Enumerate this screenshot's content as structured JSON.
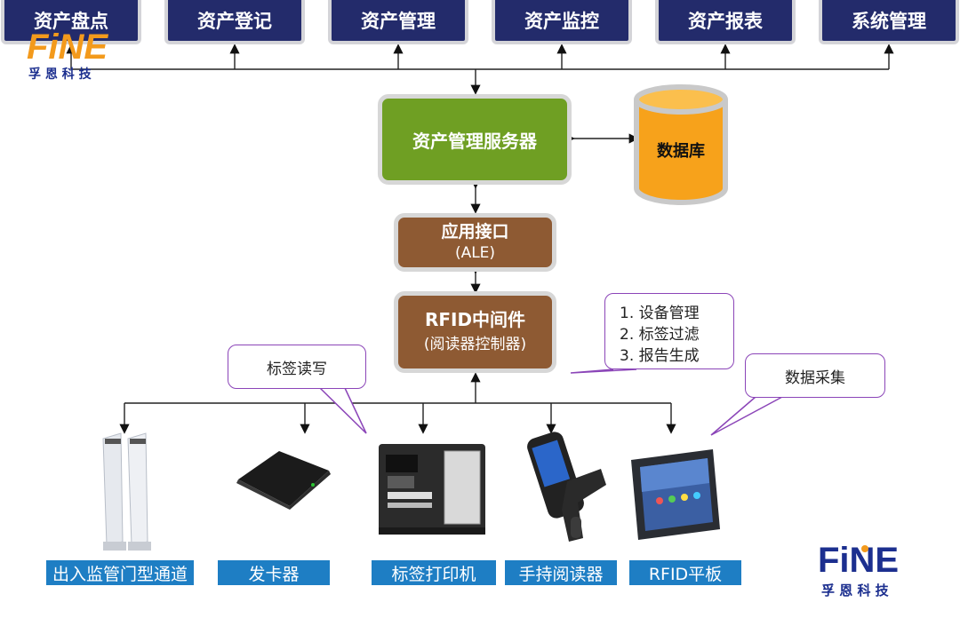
{
  "top_modules": [
    {
      "label": "资产盘点"
    },
    {
      "label": "资产登记"
    },
    {
      "label": "资产管理"
    },
    {
      "label": "资产监控"
    },
    {
      "label": "资产报表"
    },
    {
      "label": "系统管理"
    }
  ],
  "server": {
    "label": "资产管理服务器"
  },
  "database": {
    "label": "数据库"
  },
  "ale": {
    "line1": "应用接口",
    "line2": "(ALE)"
  },
  "middleware": {
    "line1": "RFID中间件",
    "line2": "(阅读器控制器)"
  },
  "bubbles": {
    "functions": [
      "1. 设备管理",
      "2. 标签过滤",
      "3. 报告生成"
    ],
    "tag_rw": "标签读写",
    "data_collect": "数据采集"
  },
  "devices": [
    {
      "label": "出入监管门型通道",
      "icon": "gate-reader-icon"
    },
    {
      "label": "发卡器",
      "icon": "card-issuer-icon"
    },
    {
      "label": "标签打印机",
      "icon": "label-printer-icon"
    },
    {
      "label": "手持阅读器",
      "icon": "handheld-reader-icon"
    },
    {
      "label": "RFID平板",
      "icon": "rfid-tablet-icon"
    }
  ],
  "logo": {
    "brand": "FiNE",
    "subtitle": "孚 恩 科 技"
  },
  "colors": {
    "top_module": "#232b6b",
    "server": "#6f9f23",
    "database": "#f7a21b",
    "middleware": "#8e5a33",
    "caption": "#1e7ec4",
    "bubble_border": "#8b45b8",
    "logo_blue": "#1c2f8f",
    "logo_orange": "#f39a1c"
  }
}
